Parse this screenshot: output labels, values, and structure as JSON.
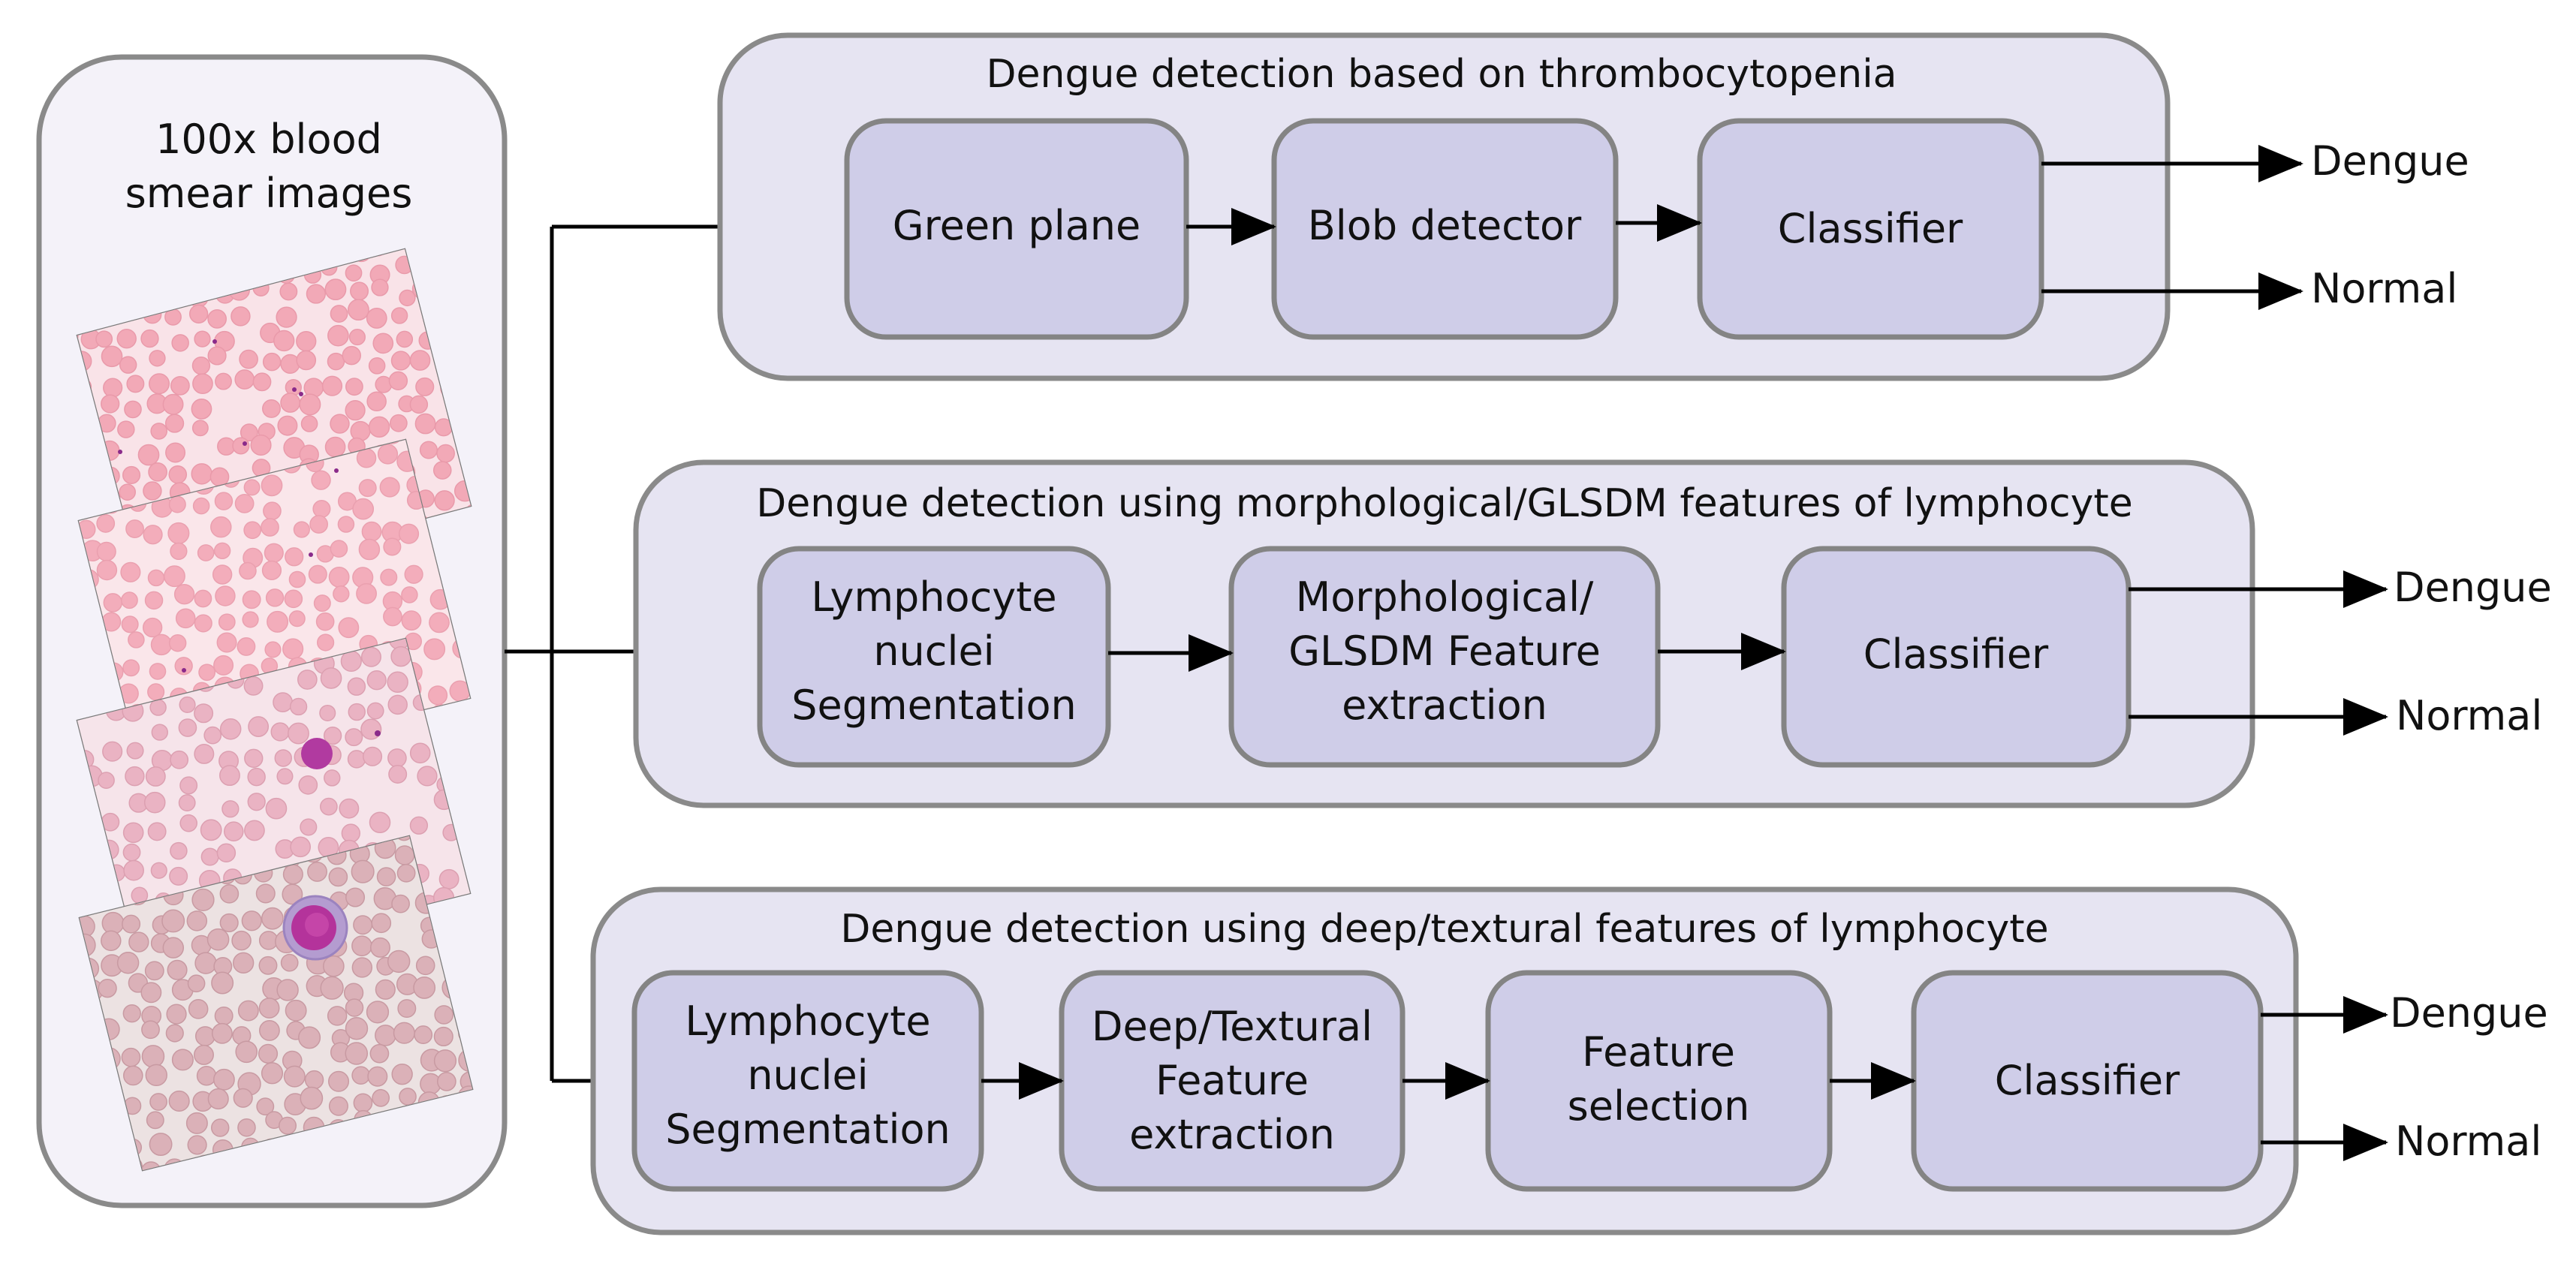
{
  "source_panel": {
    "title_lines": [
      "100x blood",
      "smear images"
    ]
  },
  "pipelines": [
    {
      "title": "Dengue detection based on thrombocytopenia",
      "steps": [
        {
          "lines": [
            "Green plane"
          ]
        },
        {
          "lines": [
            "Blob detector"
          ]
        },
        {
          "lines": [
            "Classifier"
          ]
        }
      ],
      "outputs": [
        "Dengue",
        "Normal"
      ]
    },
    {
      "title": "Dengue detection using morphological/GLSDM features of lymphocyte",
      "steps": [
        {
          "lines": [
            "Lymphocyte",
            "nuclei",
            "Segmentation"
          ]
        },
        {
          "lines": [
            "Morphological/",
            "GLSDM Feature",
            "extraction"
          ]
        },
        {
          "lines": [
            "Classifier"
          ]
        }
      ],
      "outputs": [
        "Dengue",
        "Normal"
      ]
    },
    {
      "title": "Dengue detection using deep/textural features of lymphocyte",
      "steps": [
        {
          "lines": [
            "Lymphocyte",
            "nuclei",
            "Segmentation"
          ]
        },
        {
          "lines": [
            "Deep/Textural",
            "Feature",
            "extraction"
          ]
        },
        {
          "lines": [
            "Feature",
            "selection"
          ]
        },
        {
          "lines": [
            "Classifier"
          ]
        }
      ],
      "outputs": [
        "Dengue",
        "Normal"
      ]
    }
  ]
}
